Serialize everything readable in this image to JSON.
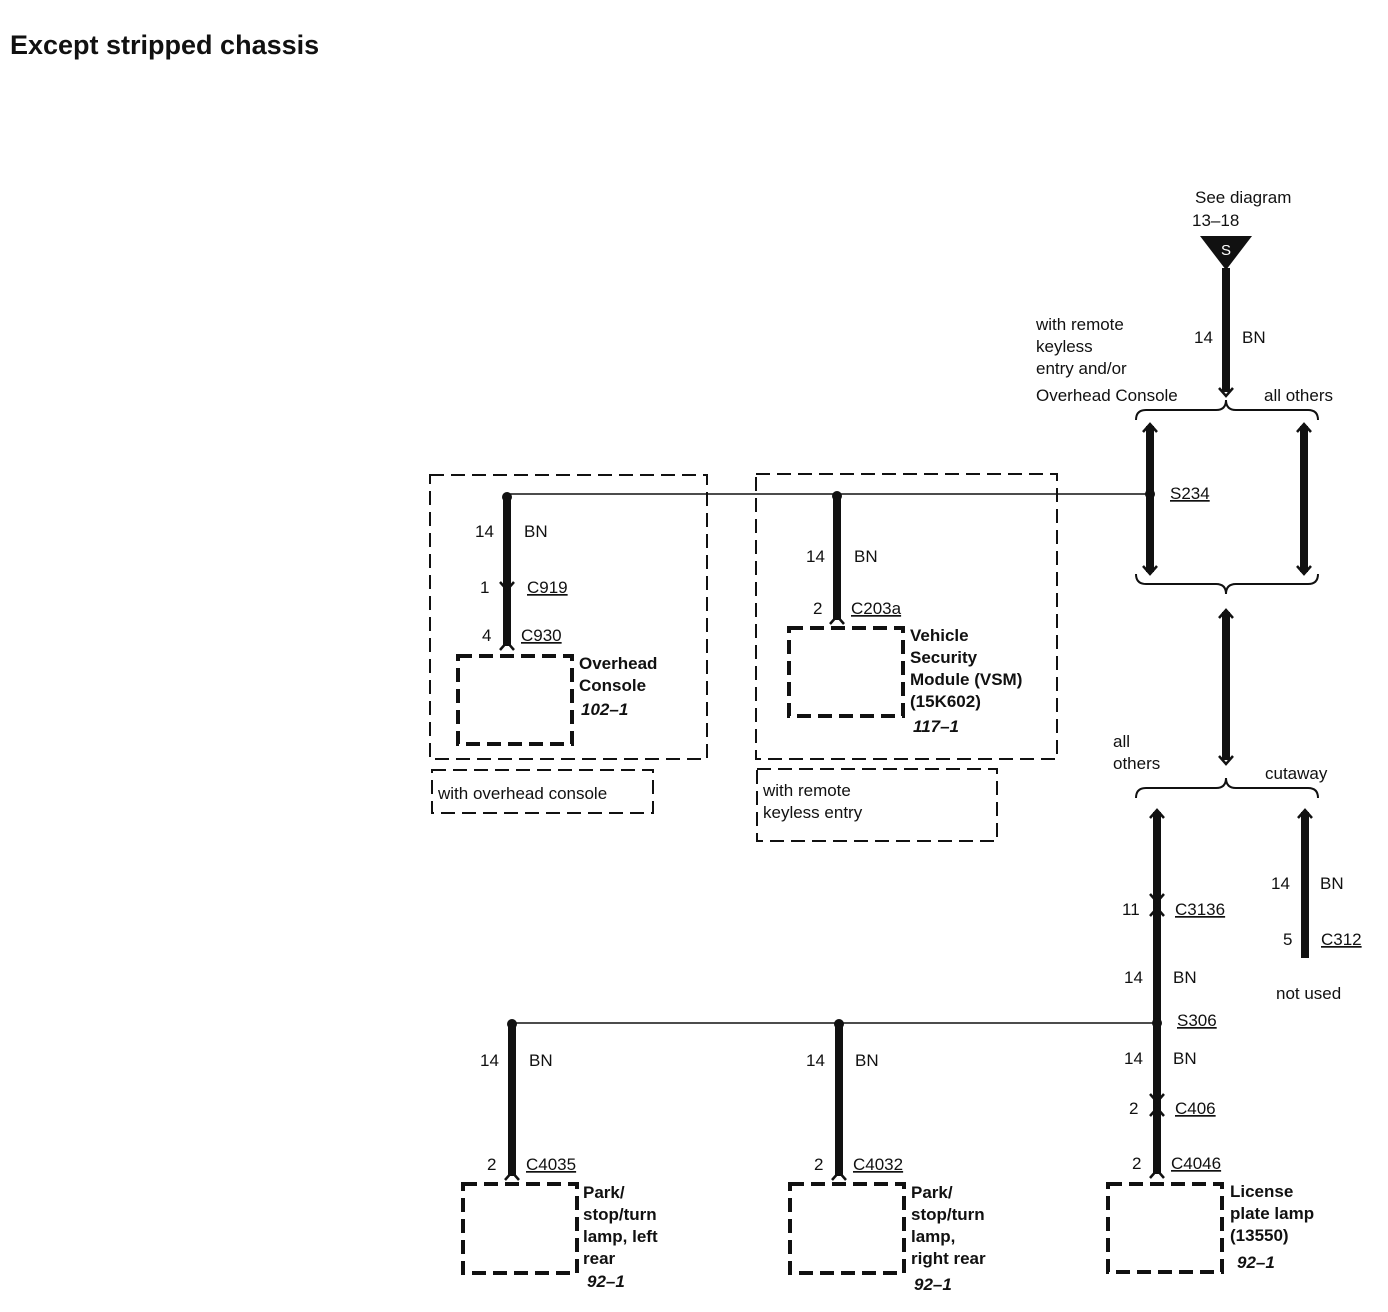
{
  "title": "Except stripped chassis",
  "source": {
    "see_line1": "See diagram",
    "see_line2": "13–18",
    "symbol": "S"
  },
  "branch_top": {
    "left_line1": "with remote",
    "left_line2": "keyless",
    "left_line3": "entry  and/or",
    "left_line4": "Overhead Console",
    "right": "all others"
  },
  "branch_mid": {
    "left_line1": "all",
    "left_line2": "others",
    "right": "cutaway"
  },
  "splices": {
    "s234": "S234",
    "s306": "S306"
  },
  "top_wire": {
    "gauge": "14",
    "color": "BN"
  },
  "overhead": {
    "gauge": "14",
    "color": "BN",
    "pin1": "1",
    "conn1": "C919",
    "pin2": "4",
    "conn2": "C930",
    "name_line1": "Overhead",
    "name_line2": "Console",
    "ref": "102–1",
    "option": "with overhead console"
  },
  "vsm": {
    "gauge": "14",
    "color": "BN",
    "pin": "2",
    "conn": "C203a",
    "name_line1": "Vehicle",
    "name_line2": "Security",
    "name_line3": "Module (VSM)",
    "name_line4": "(15K602)",
    "ref": "117–1",
    "option_line1": "with remote",
    "option_line2": "keyless entry"
  },
  "all_others_wire": {
    "pin": "11",
    "conn": "C3136",
    "gauge": "14",
    "color": "BN"
  },
  "cutaway_wire": {
    "gauge": "14",
    "color": "BN",
    "pin": "5",
    "conn": "C312",
    "note": "not used"
  },
  "left_rear": {
    "gauge": "14",
    "color": "BN",
    "pin": "2",
    "conn": "C4035",
    "name_line1": "Park/",
    "name_line2": "stop/turn",
    "name_line3": "lamp, left",
    "name_line4": "rear",
    "ref": "92–1"
  },
  "right_rear": {
    "gauge": "14",
    "color": "BN",
    "pin": "2",
    "conn": "C4032",
    "name_line1": "Park/",
    "name_line2": "stop/turn",
    "name_line3": "lamp,",
    "name_line4": "right rear",
    "ref": "92–1"
  },
  "license": {
    "gauge1": "14",
    "color1": "BN",
    "pin1": "2",
    "conn1": "C406",
    "pin2": "2",
    "conn2": "C4046",
    "name_line1": "License",
    "name_line2": "plate lamp",
    "name_line3": "(13550)",
    "ref": "92–1"
  }
}
